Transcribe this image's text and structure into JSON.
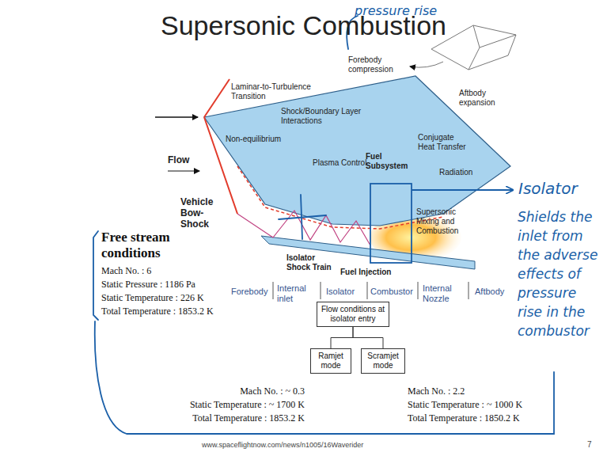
{
  "diagram": {
    "title": "Supersonic Combustion",
    "nodes": [
      {
        "text": [
          "Flow conditions at isolator entry"
        ]
      },
      {
        "text": [
          "Ramjet mode"
        ]
      },
      {
        "text": [
          "Scramjet mode"
        ]
      }
    ],
    "edges": [
      {
        "from": 0,
        "to": 1,
        "arrow": "none"
      },
      {
        "from": 0,
        "to": 2,
        "arrow": "none"
      }
    ],
    "labels": [
      "Laminar-to-Turbulence Transition",
      "Shock/Boundary Layer Interactions",
      "Forebody compression",
      "Aftbody expansion",
      "Non-equilibrium",
      "Plasma Control",
      "Fuel Subsystem",
      "Conjugate Heat Transfer",
      "Radiation",
      "Supersonic Mixing and Combustion",
      "Flow",
      "Vehicle Bow-Shock",
      "Isolator Shock Train",
      "Fuel Injection",
      "Forebody",
      "Internal inlet",
      "Isolator",
      "Combustor",
      "Internal Nozzle",
      "Aftbody",
      "Free stream conditions",
      "Mach No. : 6",
      "Static Pressure : 1186 Pa",
      "Static Temperature : 226 K",
      "Total Temperature : 1853.2 K",
      "Mach No. : ~ 0.3",
      "Static Temperature : ~ 1700 K",
      "Total Temperature : 1853.2 K",
      "Mach No. : 2.2",
      "Static Temperature : ~ 1000 K",
      "Total Temperature : 1850.2 K",
      "www.spaceflightnow.com/news/n1005/16Waverider",
      "7",
      "pressure rise",
      "Isolator",
      "Shields the inlet from the adverse effects of pressure rise in the combustor"
    ]
  }
}
